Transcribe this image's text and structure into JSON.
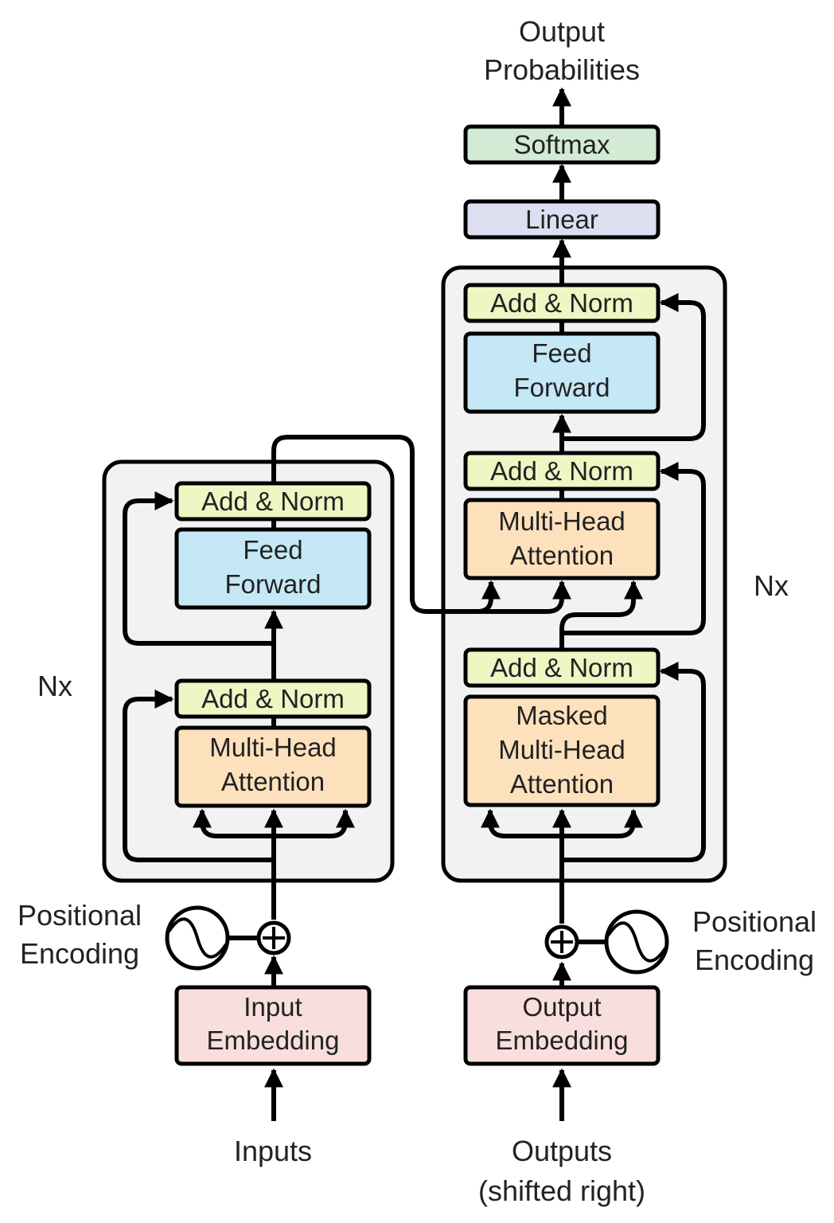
{
  "colors": {
    "add_norm": "#f0f5c4",
    "feed_forward": "#c5e8f6",
    "attention": "#fde1bd",
    "embedding": "#f9dede",
    "linear": "#dddff0",
    "softmax": "#d3ead5",
    "stack_bg": "#f2f2f2"
  },
  "top": {
    "output_line1": "Output",
    "output_line2": "Probabilities",
    "softmax": "Softmax",
    "linear": "Linear"
  },
  "encoder": {
    "nx": "Nx",
    "ff_add_norm": "Add & Norm",
    "ff_line1": "Feed",
    "ff_line2": "Forward",
    "attn_add_norm": "Add & Norm",
    "attn_line1": "Multi-Head",
    "attn_line2": "Attention",
    "pos_line1": "Positional",
    "pos_line2": "Encoding",
    "emb_line1": "Input",
    "emb_line2": "Embedding",
    "input_label": "Inputs"
  },
  "decoder": {
    "nx": "Nx",
    "ff_add_norm": "Add & Norm",
    "ff_line1": "Feed",
    "ff_line2": "Forward",
    "cross_add_norm": "Add & Norm",
    "cross_line1": "Multi-Head",
    "cross_line2": "Attention",
    "masked_add_norm": "Add & Norm",
    "masked_line1": "Masked",
    "masked_line2": "Multi-Head",
    "masked_line3": "Attention",
    "pos_line1": "Positional",
    "pos_line2": "Encoding",
    "emb_line1": "Output",
    "emb_line2": "Embedding",
    "output_line1": "Outputs",
    "output_line2": "(shifted right)"
  }
}
